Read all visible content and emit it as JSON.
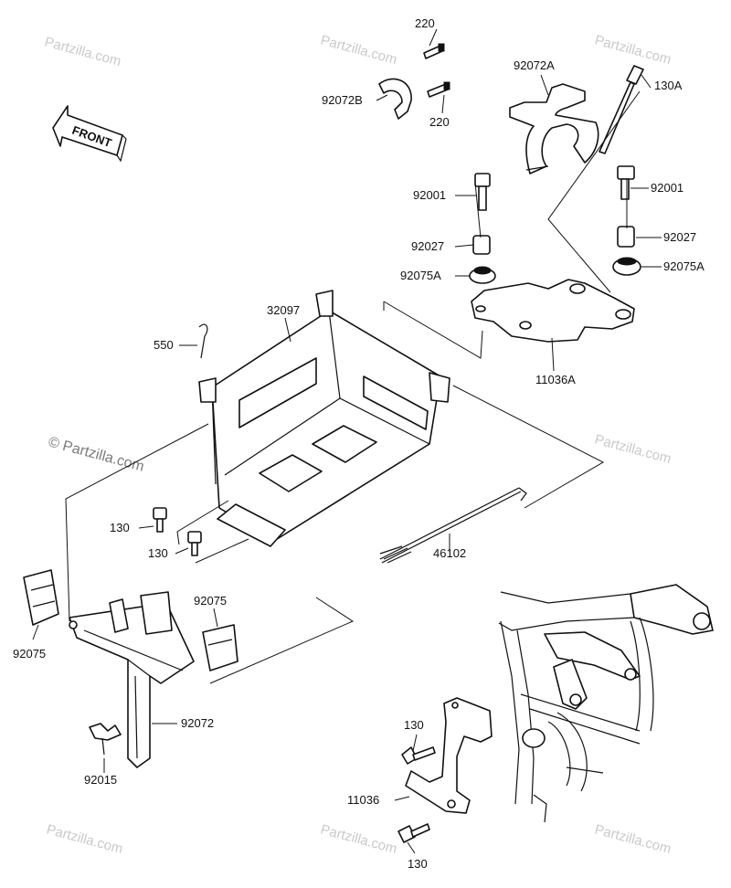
{
  "front_arrow_text": "FRONT",
  "watermark": {
    "brand": "Partzilla.com",
    "prominent": "© Partzilla.com"
  },
  "callouts": [
    {
      "id": "c220a",
      "text": "220"
    },
    {
      "id": "c92072b",
      "text": "92072B"
    },
    {
      "id": "c220b",
      "text": "220"
    },
    {
      "id": "c92072a",
      "text": "92072A"
    },
    {
      "id": "c130a",
      "text": "130A"
    },
    {
      "id": "c92001l",
      "text": "92001"
    },
    {
      "id": "c92001r",
      "text": "92001"
    },
    {
      "id": "c92027l",
      "text": "92027"
    },
    {
      "id": "c92027r",
      "text": "92027"
    },
    {
      "id": "c92075al",
      "text": "92075A"
    },
    {
      "id": "c92075ar",
      "text": "92075A"
    },
    {
      "id": "c32097",
      "text": "32097"
    },
    {
      "id": "c11036a",
      "text": "11036A"
    },
    {
      "id": "c550",
      "text": "550"
    },
    {
      "id": "c130_1",
      "text": "130"
    },
    {
      "id": "c130_2",
      "text": "130"
    },
    {
      "id": "c46102",
      "text": "46102"
    },
    {
      "id": "c92075l",
      "text": "92075"
    },
    {
      "id": "c92075r",
      "text": "92075"
    },
    {
      "id": "c92072",
      "text": "92072"
    },
    {
      "id": "c92015",
      "text": "92015"
    },
    {
      "id": "c130_3",
      "text": "130"
    },
    {
      "id": "c11036",
      "text": "11036"
    },
    {
      "id": "c130_4",
      "text": "130"
    }
  ]
}
